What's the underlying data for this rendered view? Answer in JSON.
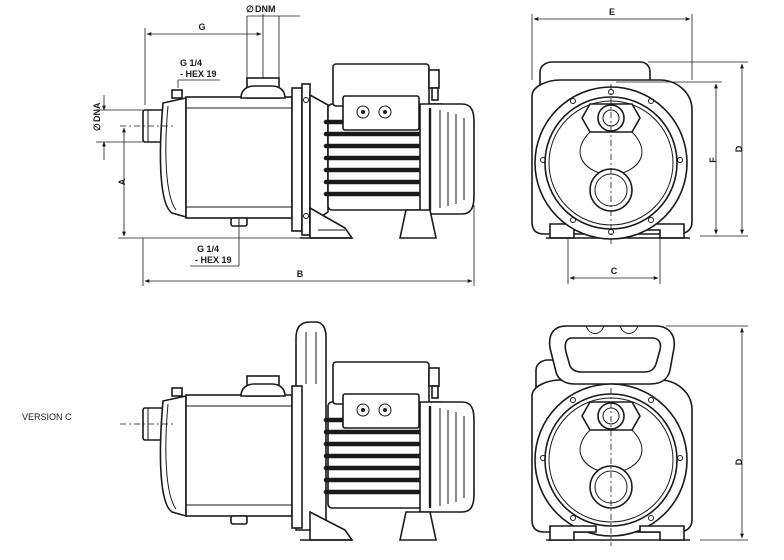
{
  "dimensions": {
    "G": "G",
    "DNM": "DNM",
    "DNA": "DNA",
    "A": "A",
    "B": "B",
    "C": "C",
    "D": "D",
    "E": "E",
    "F": "F",
    "diameter_symbol": "∅"
  },
  "plugs": {
    "top_line1": "G 1/4",
    "top_line2": "- HEX 19",
    "bottom_line1": "G 1/4",
    "bottom_line2": "- HEX 19"
  },
  "variant_label": "VERSION C"
}
